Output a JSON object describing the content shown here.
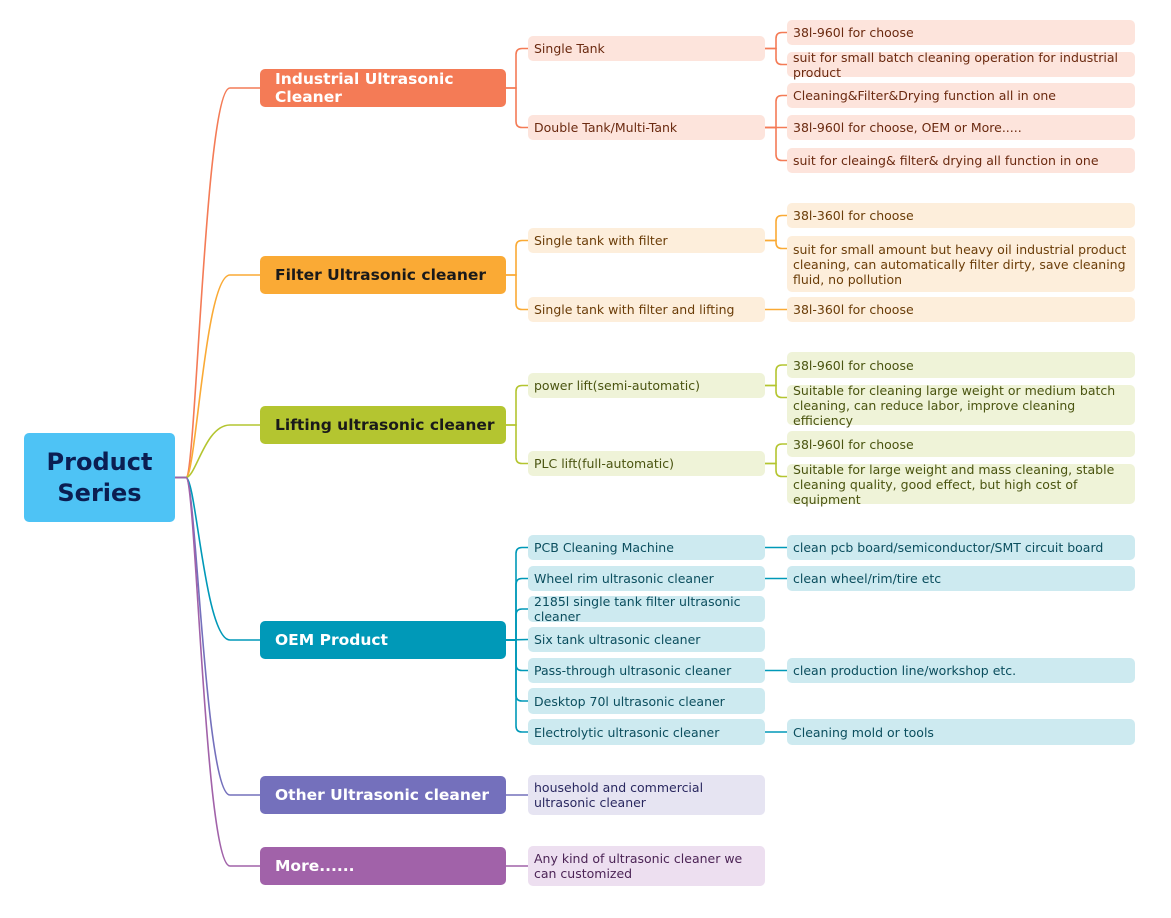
{
  "root": {
    "label": "Product\nSeries",
    "color": "#4ec3f5"
  },
  "branches": [
    {
      "id": "industrial",
      "label": "Industrial Ultrasonic Cleaner",
      "color": "#f47b56",
      "light": "#fde4dc",
      "text": "#6b2a10",
      "children": [
        {
          "label": "Single Tank",
          "children": [
            "38l-960l for choose",
            "suit for small batch cleaning operation for industrial product"
          ]
        },
        {
          "label": "Double Tank/Multi-Tank",
          "children": [
            "Cleaning&Filter&Drying function all in one",
            "38l-960l for choose, OEM or More.....",
            "suit for cleaing& filter& drying all function in one"
          ]
        }
      ]
    },
    {
      "id": "filter",
      "label": "Filter Ultrasonic cleaner",
      "color": "#faaa35",
      "light": "#fdeedb",
      "text": "#6b3d08",
      "children": [
        {
          "label": "Single tank with filter",
          "children": [
            "38l-360l for choose",
            "suit for small amount but heavy oil industrial product cleaning, can automatically filter dirty, save cleaning fluid, no pollution"
          ]
        },
        {
          "label": "Single tank with filter and lifting",
          "children": [
            "38l-360l for choose"
          ]
        }
      ]
    },
    {
      "id": "lifting",
      "label": "Lifting ultrasonic cleaner",
      "color": "#b4c530",
      "light": "#eff3d8",
      "text": "#4a5410",
      "children": [
        {
          "label": "power lift(semi-automatic)",
          "children": [
            "38l-960l for choose",
            "Suitable for cleaning large weight or medium batch cleaning, can reduce labor, improve cleaning efficiency"
          ]
        },
        {
          "label": "PLC lift(full-automatic)",
          "children": [
            "38l-960l for choose",
            "Suitable for large weight and mass cleaning, stable cleaning quality, good effect, but high cost of equipment"
          ]
        }
      ]
    },
    {
      "id": "oem",
      "label": "OEM Product",
      "color": "#0099b8",
      "light": "#cdeaf0",
      "text": "#0b4e5e",
      "children": [
        {
          "label": "PCB Cleaning Machine",
          "children": [
            "clean pcb board/semiconductor/SMT circuit board"
          ]
        },
        {
          "label": "Wheel rim ultrasonic cleaner",
          "children": [
            "clean wheel/rim/tire etc"
          ]
        },
        {
          "label": "2185l single tank filter ultrasonic cleaner",
          "children": []
        },
        {
          "label": "Six tank ultrasonic cleaner",
          "children": []
        },
        {
          "label": "Pass-through ultrasonic cleaner",
          "children": [
            "clean production line/workshop etc."
          ]
        },
        {
          "label": "Desktop 70l ultrasonic cleaner",
          "children": []
        },
        {
          "label": "Electrolytic ultrasonic cleaner",
          "children": [
            "Cleaning mold or tools"
          ]
        }
      ]
    },
    {
      "id": "other",
      "label": "Other Ultrasonic cleaner",
      "color": "#7470bc",
      "light": "#e6e4f2",
      "text": "#2a2860",
      "children": [
        {
          "label": "household and commercial ultrasonic cleaner",
          "children": []
        }
      ]
    },
    {
      "id": "more",
      "label": "More......",
      "color": "#a162a9",
      "light": "#eddff0",
      "text": "#4c2456",
      "children": [
        {
          "label": "Any kind of ultrasonic cleaner we can customized",
          "children": []
        }
      ]
    }
  ]
}
